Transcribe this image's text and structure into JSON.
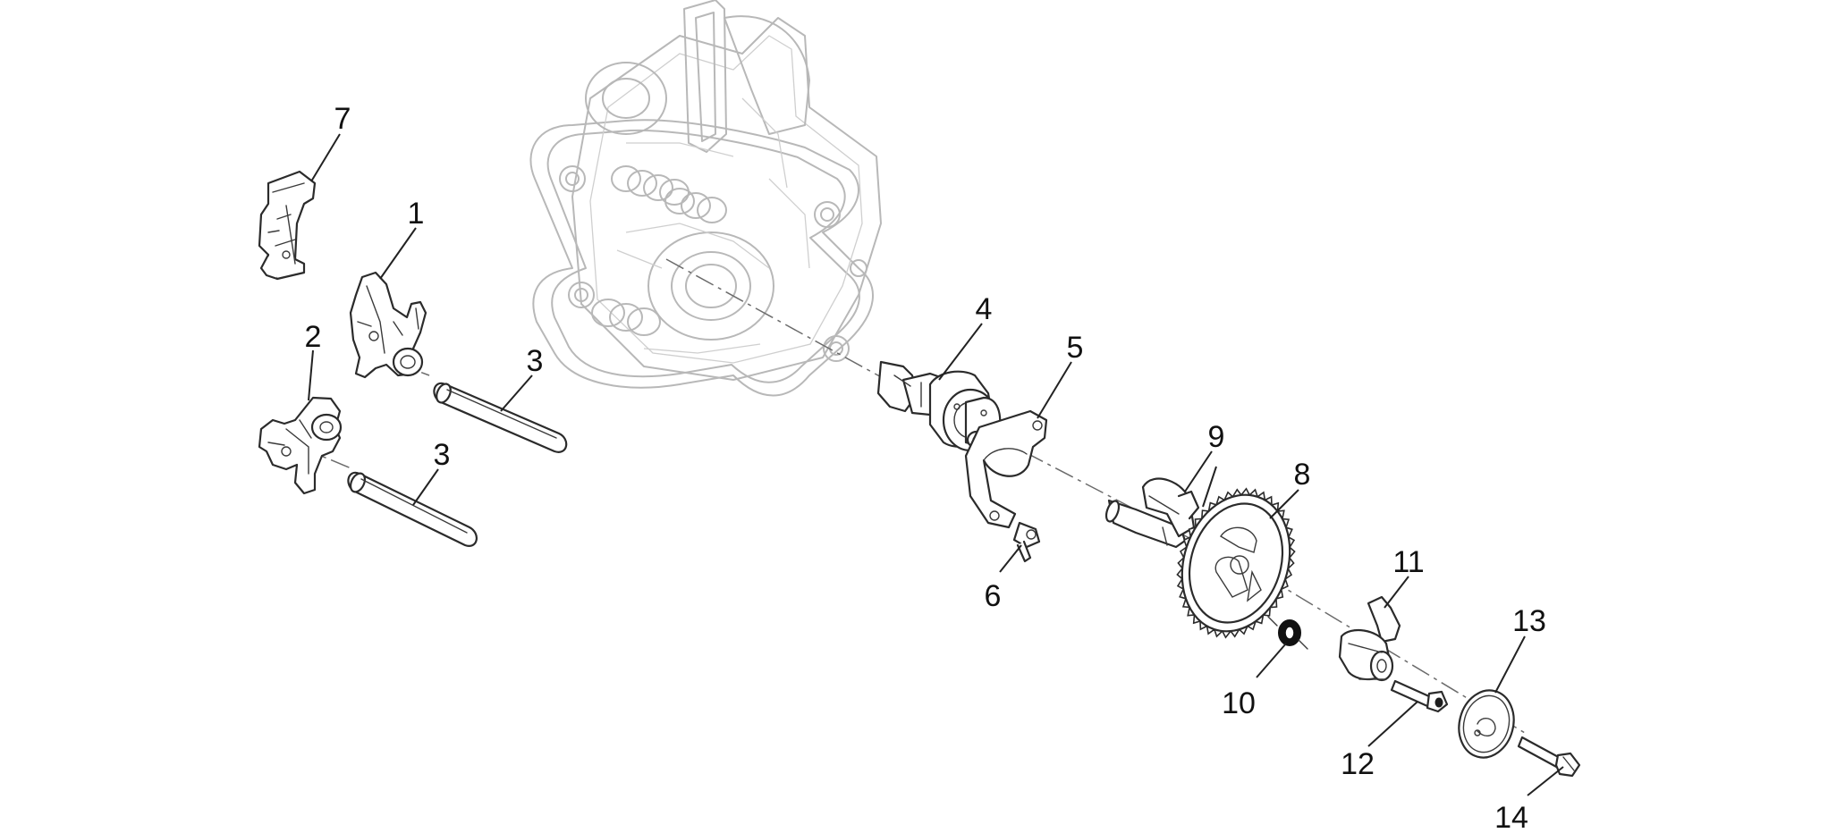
{
  "diagram": {
    "callouts": {
      "c1": "1",
      "c2": "2",
      "c3a": "3",
      "c3b": "3",
      "c4": "4",
      "c5": "5",
      "c6": "6",
      "c7": "7",
      "c8": "8",
      "c9": "9",
      "c10": "10",
      "c11": "11",
      "c12": "12",
      "c13": "13",
      "c14": "14"
    }
  }
}
